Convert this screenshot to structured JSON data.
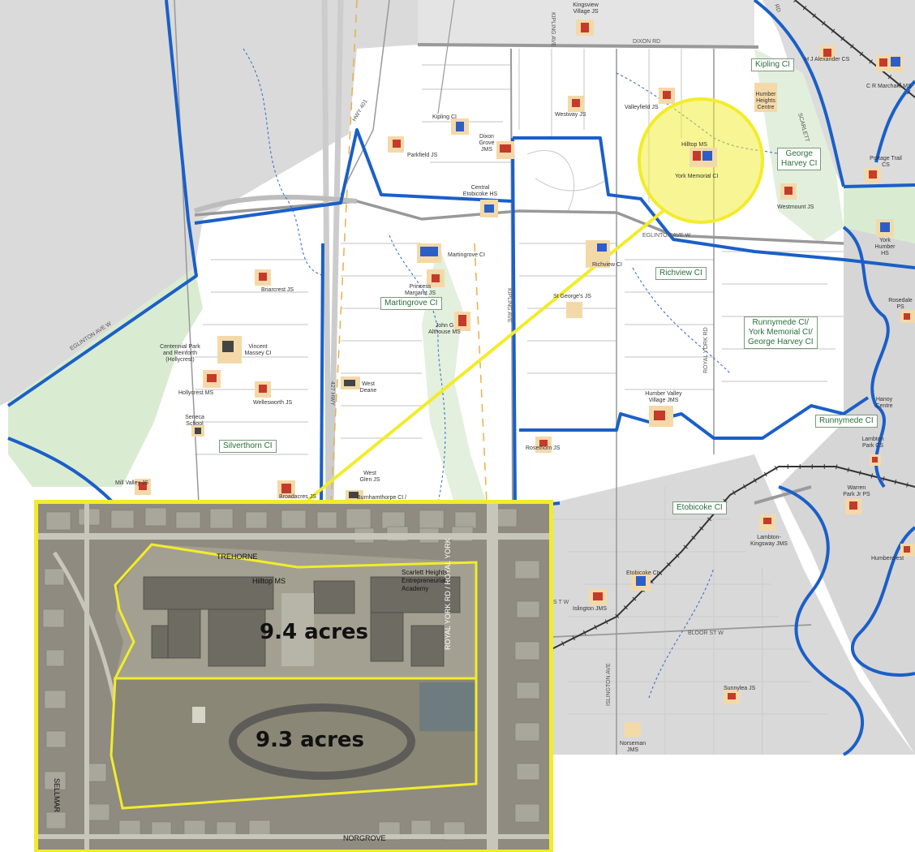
{
  "map": {
    "schools": [
      {
        "name": "Kingsview\nVillage JS",
        "key": "kingsview"
      },
      {
        "name": "Kipling CI",
        "key": "kipling"
      },
      {
        "name": "Dixon\nGrove\nJMS",
        "key": "dixon"
      },
      {
        "name": "Parkfield JS",
        "key": "parkfield"
      },
      {
        "name": "Westway JS",
        "key": "westway"
      },
      {
        "name": "Valleyfield JS",
        "key": "valleyfield"
      },
      {
        "name": "Central\nEtobicoke HS",
        "key": "central"
      },
      {
        "name": "Hilltop MS",
        "key": "hilltop"
      },
      {
        "name": "York Memorial CI",
        "key": "yorkmem"
      },
      {
        "name": "Humber\nHeights\nCentre",
        "key": "humberheights"
      },
      {
        "name": "H J Alexander CS",
        "key": "hjalexander"
      },
      {
        "name": "C R Marchant MS",
        "key": "crmarchant"
      },
      {
        "name": "Portage Trail\nCS",
        "key": "portage"
      },
      {
        "name": "Westmount JS",
        "key": "westmount"
      },
      {
        "name": "York\nHumber\nHS",
        "key": "yorkhumber"
      },
      {
        "name": "Martingrove CI",
        "key": "martingrove"
      },
      {
        "name": "Princess\nMargaret JS",
        "key": "princess"
      },
      {
        "name": "Richview CI",
        "key": "richview"
      },
      {
        "name": "St George's JS",
        "key": "stgeorges"
      },
      {
        "name": "Briarcrest JS",
        "key": "briarcrest"
      },
      {
        "name": "John G\nAlthouse MS",
        "key": "althouse"
      },
      {
        "name": "Rosethorn JS",
        "key": "rosethorn"
      },
      {
        "name": "Centennial Park\nand Reinforth\n(Hollycrest)",
        "key": "centennial"
      },
      {
        "name": "Vincent\nMassey CI",
        "key": "vincent"
      },
      {
        "name": "Hollycrest MS",
        "key": "hollycrest"
      },
      {
        "name": "Wellesworth JS",
        "key": "wellesworth"
      },
      {
        "name": "West\nDeane",
        "key": "westdeane"
      },
      {
        "name": "Seneca\nSchool",
        "key": "seneca"
      },
      {
        "name": "Humber Valley\nVillage JMS",
        "key": "humbervalley"
      },
      {
        "name": "Mill Valley JS",
        "key": "millvalley"
      },
      {
        "name": "Broadacres JS",
        "key": "broadacres"
      },
      {
        "name": "West\nGlen JS",
        "key": "westglen"
      },
      {
        "name": "Burnhamthorpe CI /",
        "key": "burnhamthorpe"
      },
      {
        "name": "Rosedale\nPS",
        "key": "rosedale"
      },
      {
        "name": "Hanoy\nCentre",
        "key": "hanoy"
      },
      {
        "name": "Lambton\nPark CS",
        "key": "lambton"
      },
      {
        "name": "Warren\nPark Jr PS",
        "key": "warren"
      },
      {
        "name": "Lambton-\nKingsway JMS",
        "key": "lambtonkingsway"
      },
      {
        "name": "Humbercrest",
        "key": "humbercrest"
      },
      {
        "name": "Etobicoke CI",
        "key": "etobicokeci"
      },
      {
        "name": "Islington JMS",
        "key": "islington"
      },
      {
        "name": "Sunnylea JS",
        "key": "sunnylea"
      },
      {
        "name": "Norseman\nJMS",
        "key": "norseman"
      }
    ],
    "roads": {
      "dixon": "DIXON RD",
      "kipling": "KIPLING AVE",
      "hwy401": "HWY 401",
      "eglinton": "EGLINTON AVE W",
      "eglinton_w": "EGLINTON AVE W",
      "hwy427": "427 HWY",
      "royalyork": "ROYAL YORK RD",
      "scarlett": "SCARLETT",
      "islington": "ISLINGTON AVE",
      "bloor": "BLOOR ST W",
      "kipling2": "KIPLING AVE",
      "road_top": "RD",
      "stw": "S T W"
    },
    "boundary_labels": {
      "kipling_ci": "Kipling CI",
      "george_harvey": "George\nHarvey CI",
      "richview_ci": "Richview CI",
      "martingrove_ci": "Martingrove CI",
      "runnymede_combo": "Runnymede CI/\nYork Memorial CI/\nGeorge Harvey CI",
      "runnymede_ci": "Runnymede CI",
      "silverthorn_ci": "Silverthorn CI",
      "etobicoke_ci": "Etobicoke CI"
    },
    "colors": {
      "boundary": "#1b5fc8",
      "highlight": "#f2ec2a",
      "greenspace": "#d9ecd2",
      "school_red": "#c63a2a",
      "school_blue": "#2d5ec8",
      "school_dark": "#444444",
      "school_bg": "#f4d9a8"
    }
  },
  "inset": {
    "streets": {
      "trehorne": "TREHORNE",
      "royal_york": "ROYAL YORK RD / ROYAL YORK",
      "royal_york_short": "ROYAL YORK",
      "royal_york_rd": "ROYAL YORK RD",
      "sellmar": "SELLMAR",
      "norgrove": "NORGROVE"
    },
    "buildings": {
      "hilltop": "Hilltop MS",
      "scarlett": "Scarlett Heights\nEntrepreneurial\nAcademy"
    },
    "parcels": {
      "north": "9.4 acres",
      "south": "9.3 acres"
    }
  }
}
